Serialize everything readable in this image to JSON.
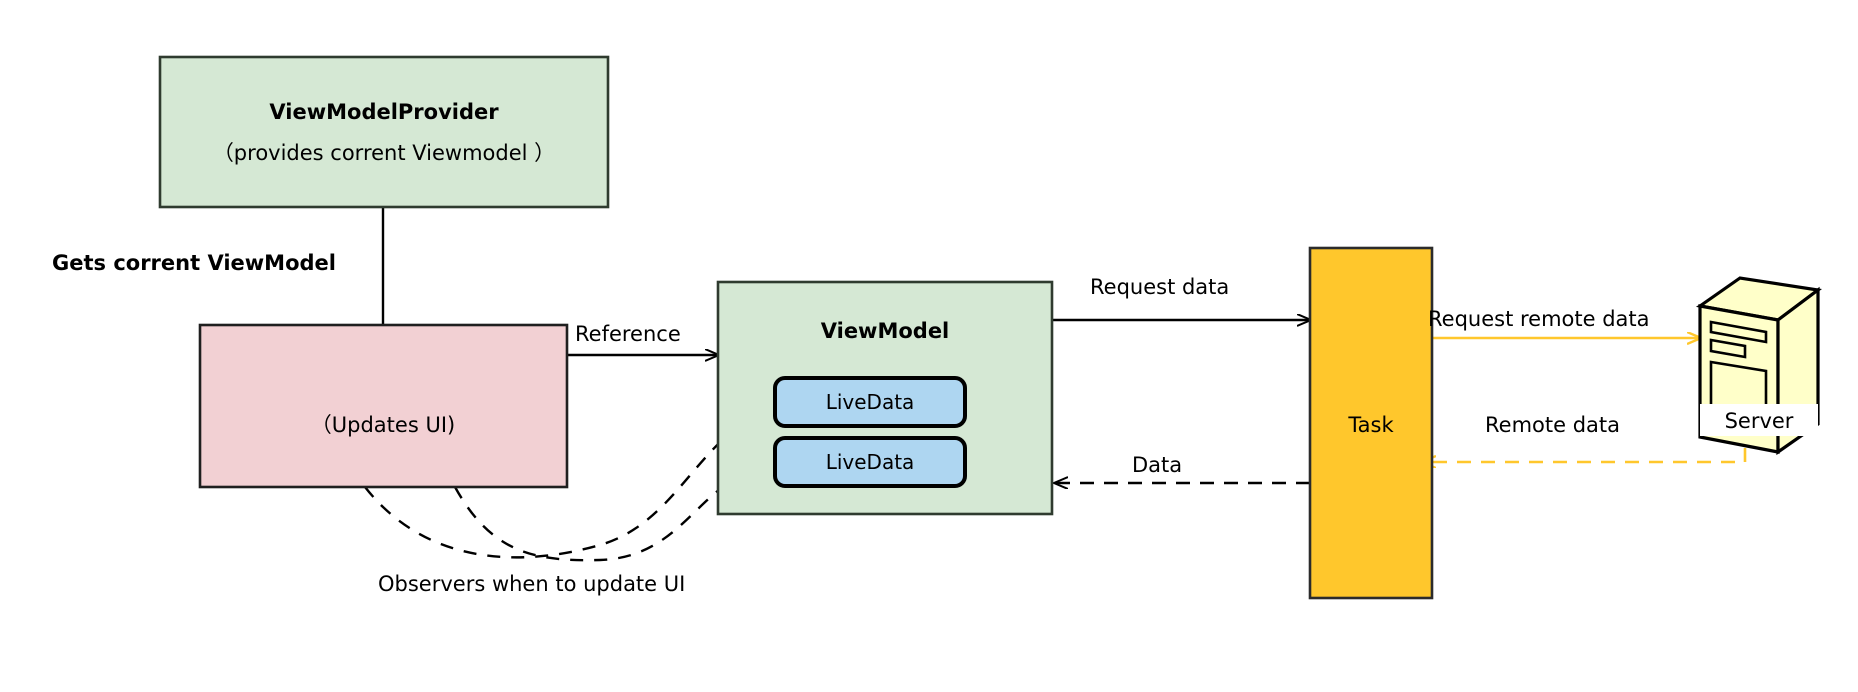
{
  "diagram": {
    "title": "Android ViewModel / LiveData architecture diagram",
    "background": "#FFFFFF",
    "colors": {
      "green_fill": "#D5E8D4",
      "green_stroke": "#2F3B2F",
      "pink_fill": "#F2D0D3",
      "pink_stroke": "#1F1F1F",
      "blue_fill": "#AED6F1",
      "blue_stroke": "#000000",
      "orange_fill": "#FFC72C",
      "orange_stroke": "#2B2B2B",
      "server_fill": "#FFFFC9",
      "server_stroke": "#000000",
      "edge_black": "#000000",
      "edge_orange": "#FFC72C"
    },
    "nodes": {
      "view_model_provider": {
        "title": "ViewModelProvider",
        "subtitle": "（provides corrent Viewmodel ）"
      },
      "activity": {
        "label": "（Updates UI)"
      },
      "view_model": {
        "title": "ViewModel",
        "livedata": [
          {
            "label": "LiveData"
          },
          {
            "label": "LiveData"
          }
        ]
      },
      "task": {
        "label": "Task"
      },
      "server": {
        "label": "Server"
      }
    },
    "edges": [
      {
        "id": "gets-current-viewmodel",
        "label": "Gets corrent ViewModel",
        "style": "solid",
        "color": "#000000",
        "bold": true
      },
      {
        "id": "reference",
        "label": "Reference",
        "style": "solid",
        "color": "#000000",
        "bold": false
      },
      {
        "id": "request-data",
        "label": "Request data",
        "style": "solid",
        "color": "#000000",
        "bold": false
      },
      {
        "id": "data",
        "label": "Data",
        "style": "dashed",
        "color": "#000000",
        "bold": false
      },
      {
        "id": "request-remote-data",
        "label": "Request remote data",
        "style": "solid",
        "color": "#FFC72C",
        "bold": false
      },
      {
        "id": "remote-data",
        "label": "Remote data",
        "style": "dashed",
        "color": "#FFC72C",
        "bold": false
      },
      {
        "id": "observers",
        "label": "Observers when to update UI",
        "style": "dashed",
        "color": "#000000",
        "bold": false
      }
    ]
  }
}
